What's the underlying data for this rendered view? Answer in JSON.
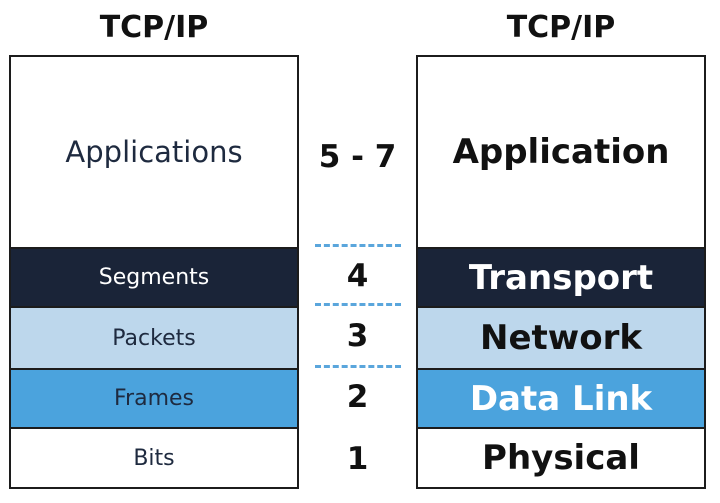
{
  "left_stack": {
    "title": "TCP/IP",
    "layers": [
      {
        "label": "Applications",
        "fill": "#ffffff",
        "text_color": "#1e2a3f"
      },
      {
        "label": "Segments",
        "fill": "#1a2438",
        "text_color": "#ffffff"
      },
      {
        "label": "Packets",
        "fill": "#bdd7ec",
        "text_color": "#1e2a3f"
      },
      {
        "label": "Frames",
        "fill": "#4ba3dd",
        "text_color": "#1e2a3f"
      },
      {
        "label": "Bits",
        "fill": "#ffffff",
        "text_color": "#1e2a3f"
      }
    ]
  },
  "layer_numbers": [
    "5 - 7",
    "4",
    "3",
    "2",
    "1"
  ],
  "right_stack": {
    "title": "TCP/IP",
    "layers": [
      {
        "label": "Application",
        "fill": "#ffffff",
        "text_color": "#111111"
      },
      {
        "label": "Transport",
        "fill": "#1a2438",
        "text_color": "#ffffff"
      },
      {
        "label": "Network",
        "fill": "#bdd7ec",
        "text_color": "#111111"
      },
      {
        "label": "Data Link",
        "fill": "#4ba3dd",
        "text_color": "#ffffff"
      },
      {
        "label": "Physical",
        "fill": "#ffffff",
        "text_color": "#111111"
      }
    ]
  },
  "colors": {
    "border": "#1c1c1c",
    "dash": "#5aa6dc"
  }
}
